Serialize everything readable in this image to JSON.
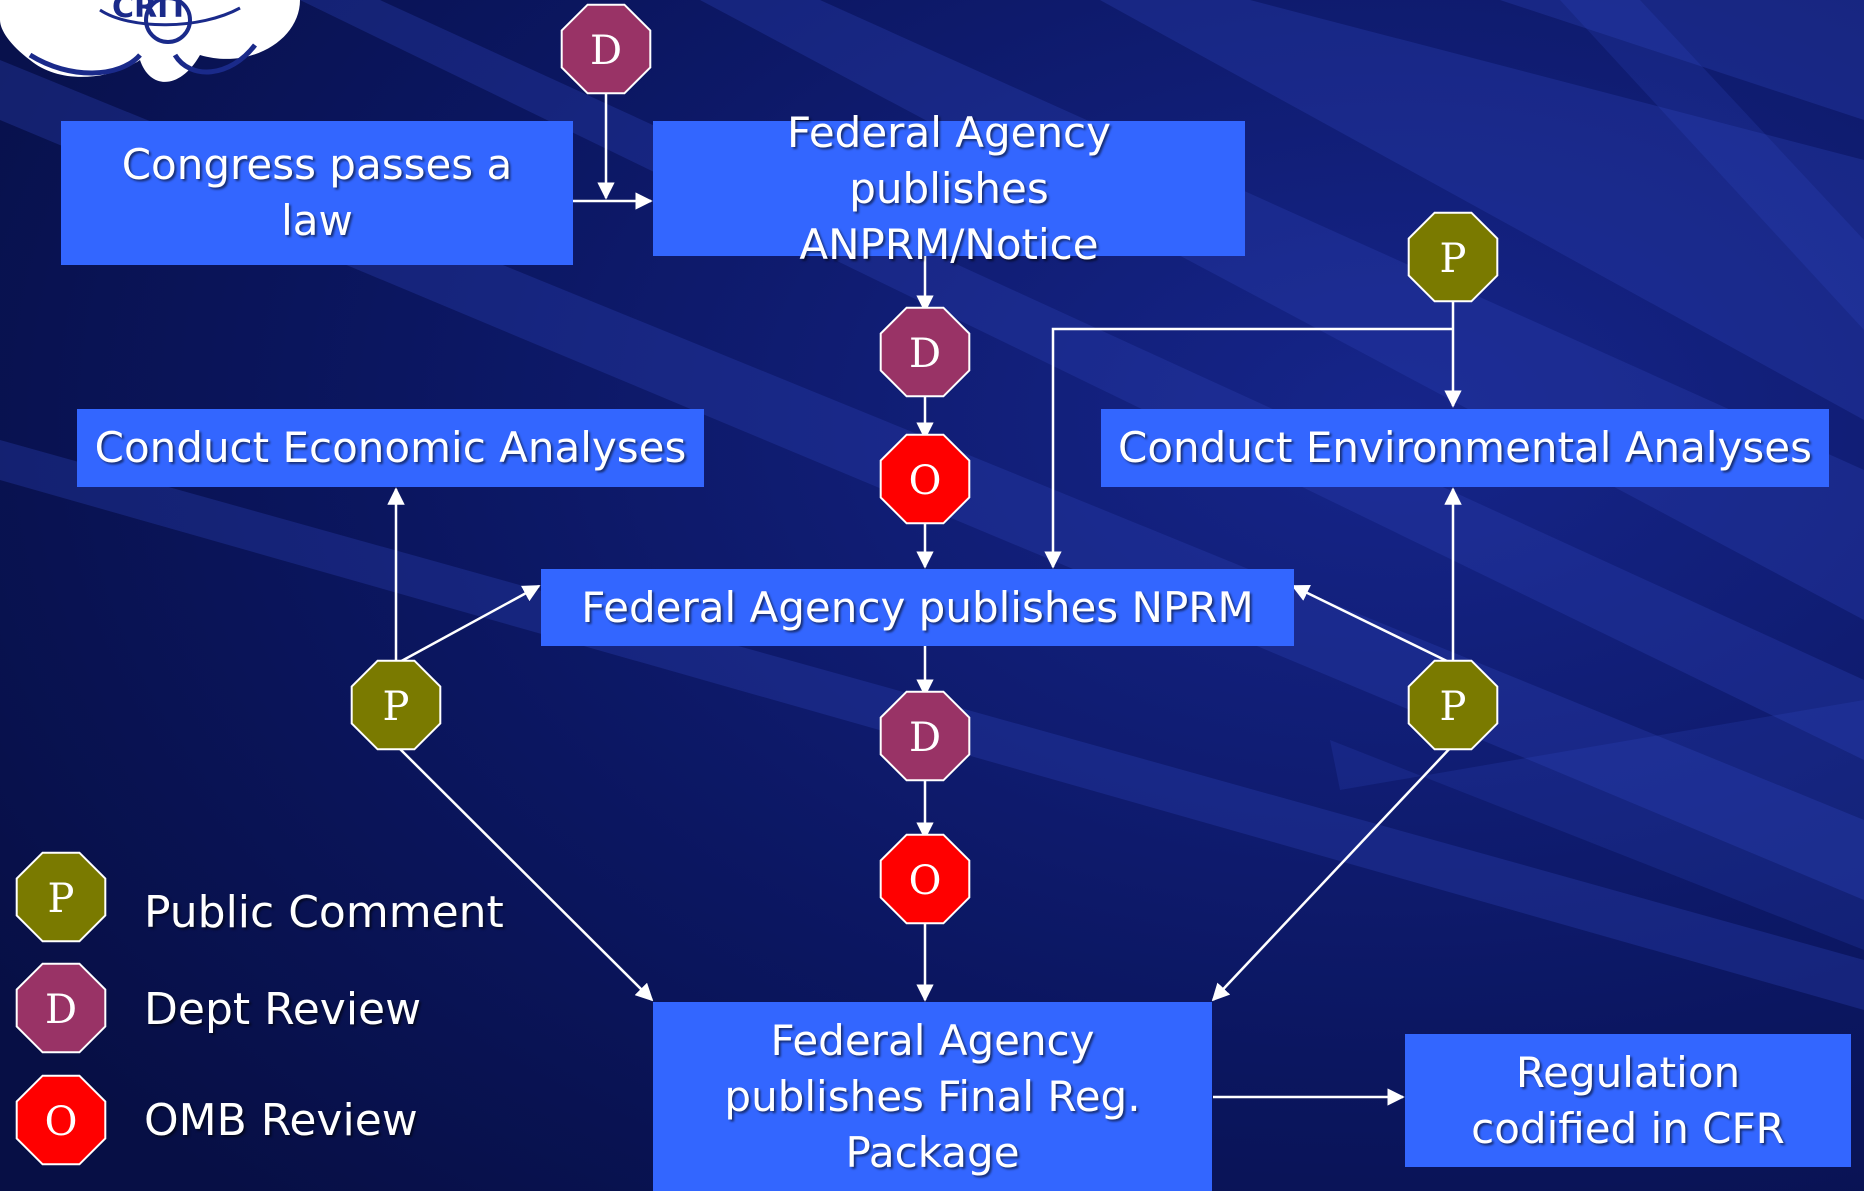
{
  "colors": {
    "background": "#0b1660",
    "box": "#3366ff",
    "public_comment": "#7a7a00",
    "dept_review": "#993366",
    "omb_review": "#ff0000",
    "connector": "#ffffff"
  },
  "logo": {
    "text": "CRIT"
  },
  "boxes": {
    "congress": "Congress passes a law",
    "anprm": "Federal Agency publishes ANPRM/Notice",
    "economic": "Conduct Economic Analyses",
    "environmental": "Conduct Environmental Analyses",
    "nprm": "Federal Agency publishes NPRM",
    "final": "Federal Agency publishes Final Reg. Package",
    "codified": "Regulation codified in CFR"
  },
  "markers": {
    "public": "P",
    "dept": "D",
    "omb": "O"
  },
  "legend": {
    "public_comment": "Public Comment",
    "dept_review": "Dept Review",
    "omb_review": "OMB Review"
  }
}
